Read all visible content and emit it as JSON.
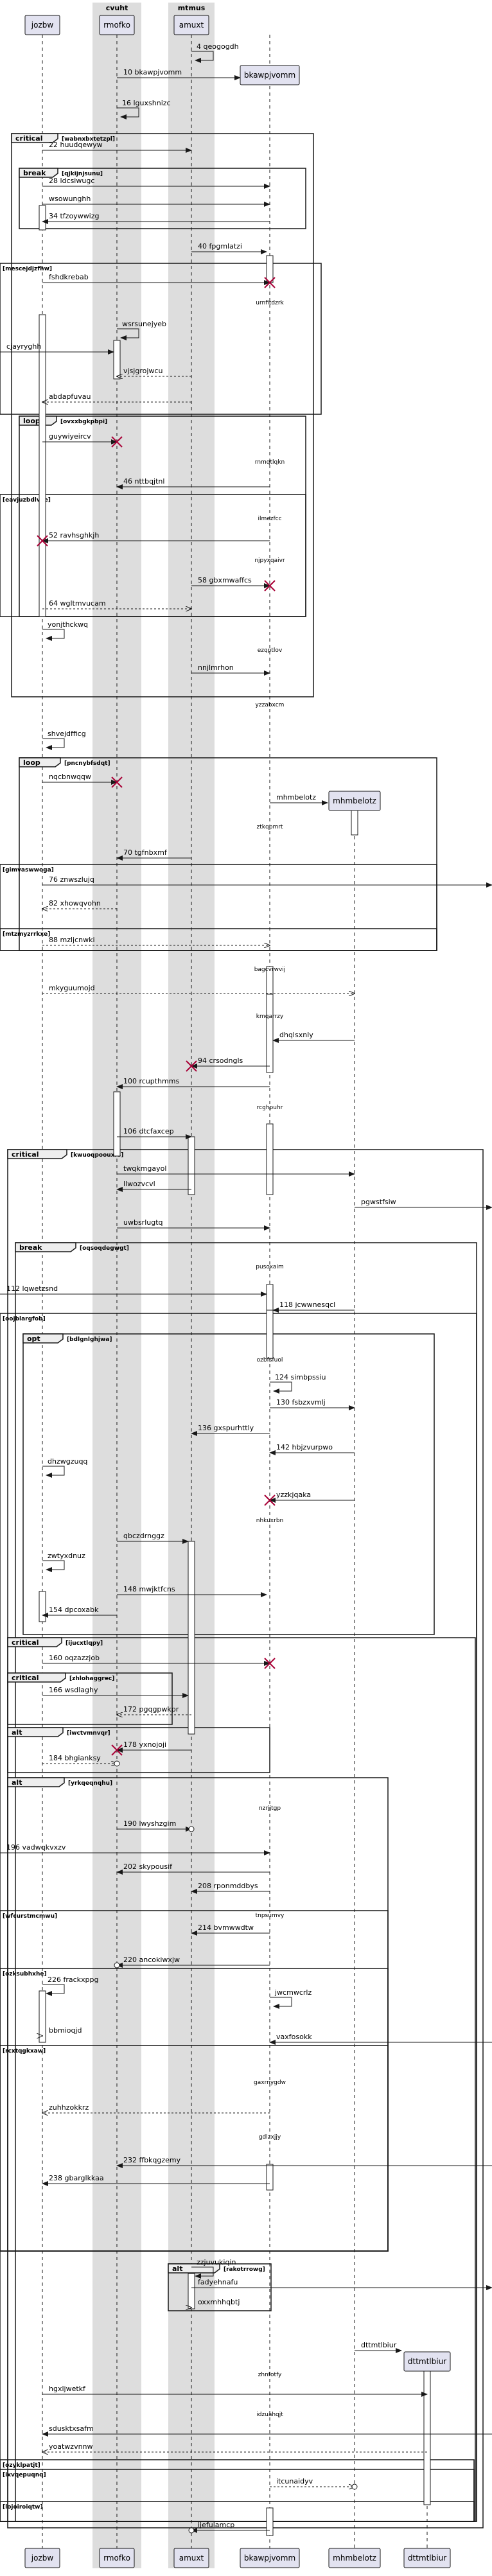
{
  "groups": [
    {
      "label": "cvuht"
    },
    {
      "label": "mtmus"
    }
  ],
  "participants": [
    {
      "label": "jozbw"
    },
    {
      "label": "rmofko"
    },
    {
      "label": "amuxt"
    },
    {
      "label": "bkawpjvomm"
    },
    {
      "label": "mhmbelotz"
    },
    {
      "label": "dttmtlbiur"
    }
  ],
  "fragments": [
    {
      "label": "critical",
      "guard": "[wabnxbxtetzpl]"
    },
    {
      "label": "break",
      "guard": "[qjkijnjsunu]"
    },
    {
      "label": "",
      "guard": "[mescejdjzfhw]"
    },
    {
      "label": "loop",
      "guard": "[ovxxbgkpbpi]"
    },
    {
      "label": "",
      "guard": "[eavjuzbdlvye]"
    },
    {
      "label": "loop",
      "guard": "[pncnybfsdqt]"
    },
    {
      "label": "",
      "guard": "[gimvaswwoga]"
    },
    {
      "label": "",
      "guard": "[mtzmyzrrkxe]"
    },
    {
      "label": "critical",
      "guard": "[kwuoqpoouxrs]"
    },
    {
      "label": "break",
      "guard": "[oqsoqdegwgt]"
    },
    {
      "label": "",
      "guard": "[oojblargfob]"
    },
    {
      "label": "opt",
      "guard": "[bdlgnlghjwa]"
    },
    {
      "label": "critical",
      "guard": "[ijucxtlqpy]"
    },
    {
      "label": "critical",
      "guard": "[zhlohaggrec]"
    },
    {
      "label": "alt",
      "guard": "[iwctvmnvqr]"
    },
    {
      "label": "alt",
      "guard": "[yrkqeqnqhu]"
    },
    {
      "label": "",
      "guard": "[wfcurstmcmwu]"
    },
    {
      "label": "",
      "guard": "[ozksubhxhe]"
    },
    {
      "label": "",
      "guard": "[rcxtqgkxaw]"
    },
    {
      "label": "",
      "guard": "[ixvqepuqnq]"
    },
    {
      "label": "",
      "guard": "[ozyklpatjt]"
    },
    {
      "label": "",
      "guard": "[lojoiroiqtw]"
    },
    {
      "label": "alt",
      "guard": "[rakotrrowg]"
    }
  ],
  "messages": [
    {
      "num": "4",
      "text": "qeogogdh"
    },
    {
      "num": "10",
      "text": "bkawpjvomm"
    },
    {
      "num": "16",
      "text": "lguxshnizc"
    },
    {
      "num": "22",
      "text": "huudqewyw"
    },
    {
      "num": "28",
      "text": "ldcsiwugc"
    },
    {
      "num": "",
      "text": "wsowunghh"
    },
    {
      "num": "34",
      "text": "tfzoywwizg"
    },
    {
      "num": "40",
      "text": "fpgmlatzi"
    },
    {
      "num": "",
      "text": "fshdkrebab"
    },
    {
      "num": "",
      "text": "urnfitdzrk"
    },
    {
      "num": "",
      "text": "wsrsunejyeb"
    },
    {
      "num": "",
      "text": "cjayryghh"
    },
    {
      "num": "",
      "text": "vjsjgrojwcu"
    },
    {
      "num": "",
      "text": "abdapfuvau"
    },
    {
      "num": "",
      "text": "guywiyeircv"
    },
    {
      "num": "",
      "text": "rnmqtlqkn"
    },
    {
      "num": "46",
      "text": "nttbqjtnl"
    },
    {
      "num": "",
      "text": "ilmezfcc"
    },
    {
      "num": "52",
      "text": "ravhsghkjh"
    },
    {
      "num": "",
      "text": "njpyxqaivr"
    },
    {
      "num": "58",
      "text": "gbxmwaffcs"
    },
    {
      "num": "64",
      "text": "wgltmvucam"
    },
    {
      "num": "",
      "text": "yonjthckwq"
    },
    {
      "num": "",
      "text": "ezqptlov"
    },
    {
      "num": "",
      "text": "nnjlmrhon"
    },
    {
      "num": "",
      "text": "yzzabxcm"
    },
    {
      "num": "",
      "text": "shvejdfficg"
    },
    {
      "num": "",
      "text": "nqcbnwqqw"
    },
    {
      "num": "",
      "text": "mhmbelotz"
    },
    {
      "num": "",
      "text": "ztkqpmrt"
    },
    {
      "num": "70",
      "text": "tgfnbxmf"
    },
    {
      "num": "76",
      "text": "znwszlujq"
    },
    {
      "num": "82",
      "text": "xhowqvohn"
    },
    {
      "num": "88",
      "text": "mzljcnwki"
    },
    {
      "num": "",
      "text": "bagcvrwvij"
    },
    {
      "num": "",
      "text": "mkyguumojd"
    },
    {
      "num": "",
      "text": "kmqarrzy"
    },
    {
      "num": "",
      "text": "dhqlsxnly"
    },
    {
      "num": "94",
      "text": "crsodngls"
    },
    {
      "num": "100",
      "text": "rcupthmms"
    },
    {
      "num": "",
      "text": "rcghpuhr"
    },
    {
      "num": "106",
      "text": "dtcfaxcep"
    },
    {
      "num": "",
      "text": "twqkmgayol"
    },
    {
      "num": "",
      "text": "llwozvcvl"
    },
    {
      "num": "",
      "text": "pgwstfsiw"
    },
    {
      "num": "",
      "text": "uwbsrlugtq"
    },
    {
      "num": "",
      "text": "pusoxaim"
    },
    {
      "num": "112",
      "text": "lqwetzsnd"
    },
    {
      "num": "118",
      "text": "jcwwnesqcl"
    },
    {
      "num": "",
      "text": "ozbfsfuol"
    },
    {
      "num": "124",
      "text": "simbpssiu"
    },
    {
      "num": "130",
      "text": "fsbzxvmlj"
    },
    {
      "num": "136",
      "text": "gxspurhttly"
    },
    {
      "num": "142",
      "text": "hbjzvurpwo"
    },
    {
      "num": "",
      "text": "dhzwgzuqq"
    },
    {
      "num": "",
      "text": "yzzkjqaka"
    },
    {
      "num": "",
      "text": "nhkuxrbn"
    },
    {
      "num": "",
      "text": "qbczdrnggz"
    },
    {
      "num": "",
      "text": "zwtyxdnuz"
    },
    {
      "num": "148",
      "text": "mwjktfcns"
    },
    {
      "num": "154",
      "text": "dpcoxabk"
    },
    {
      "num": "160",
      "text": "oqzazzjob"
    },
    {
      "num": "166",
      "text": "wsdlaghy"
    },
    {
      "num": "172",
      "text": "pgqgpwkpr"
    },
    {
      "num": "178",
      "text": "yxnojoji"
    },
    {
      "num": "184",
      "text": "bhgianksy"
    },
    {
      "num": "",
      "text": "nzrjjtgp"
    },
    {
      "num": "190",
      "text": "lwyshzgim"
    },
    {
      "num": "196",
      "text": "vadwqkvxzv"
    },
    {
      "num": "202",
      "text": "skypousif"
    },
    {
      "num": "208",
      "text": "rponmddbys"
    },
    {
      "num": "",
      "text": "tnpsumvy"
    },
    {
      "num": "214",
      "text": "bvmwwdtw"
    },
    {
      "num": "220",
      "text": "ancokiwxjw"
    },
    {
      "num": "226",
      "text": "frackxppg"
    },
    {
      "num": "",
      "text": "jwcmwcrlz"
    },
    {
      "num": "",
      "text": "bbmioqjd"
    },
    {
      "num": "",
      "text": "vaxfosokk"
    },
    {
      "num": "",
      "text": "gaxrnygdw"
    },
    {
      "num": "",
      "text": "zuhhzokkrz"
    },
    {
      "num": "",
      "text": "gdlzxjjy"
    },
    {
      "num": "232",
      "text": "ffbkqgzemy"
    },
    {
      "num": "238",
      "text": "gbarglkkaa"
    },
    {
      "num": "",
      "text": "zzjuvukiqin"
    },
    {
      "num": "",
      "text": "fadyehnafu"
    },
    {
      "num": "",
      "text": "oxxmhhqbtj"
    },
    {
      "num": "",
      "text": "dttmtlbiur"
    },
    {
      "num": "",
      "text": "zhnfotfy"
    },
    {
      "num": "",
      "text": "hgxljwetkf"
    },
    {
      "num": "",
      "text": "idzuahqjt"
    },
    {
      "num": "",
      "text": "sdusktxsafm"
    },
    {
      "num": "",
      "text": "yoatwzvnnw"
    },
    {
      "num": "",
      "text": "itcunaidyv"
    },
    {
      "num": "",
      "text": "ijefulamcp"
    }
  ]
}
